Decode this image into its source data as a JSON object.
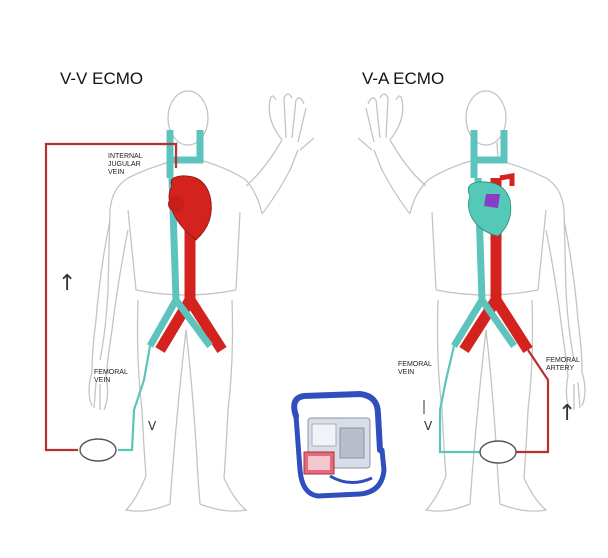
{
  "panels": {
    "left": {
      "title": "V-V ECMO",
      "labels": {
        "ijv_1": "INTERNAL",
        "ijv_2": "JUGULAR",
        "ijv_3": "VEIN",
        "fv_1": "FEMORAL",
        "fv_2": "VEIN"
      },
      "arrow_up": "↑",
      "arrow_down": "V"
    },
    "right": {
      "title": "V-A ECMO",
      "labels": {
        "fv_1": "FEMORAL",
        "fv_2": "VEIN",
        "fa_1": "FEMORAL",
        "fa_2": "ARTERY"
      },
      "arrow_up": "↑",
      "arrow_down": "V"
    }
  },
  "colors": {
    "artery": "#d4231e",
    "vein": "#5cc4bc",
    "heart_vein": "#55c9b8",
    "cannula_purple": "#8a3cc8",
    "circuit_red": "#b83030",
    "outline": "#c4c4c4",
    "device_frame": "#2f4fbf"
  },
  "icons": [
    "pump-icon",
    "ecmo-device-icon"
  ]
}
